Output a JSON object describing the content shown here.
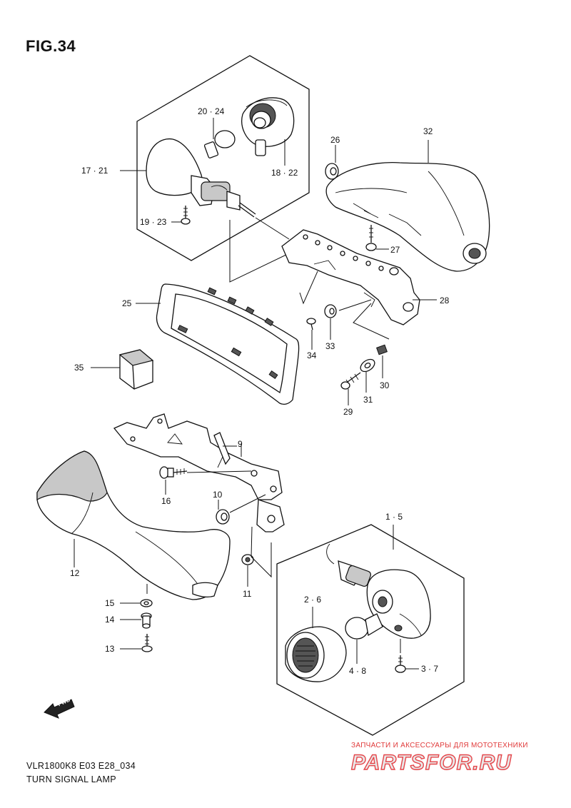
{
  "figure": {
    "title": "FIG.34"
  },
  "callouts": {
    "c17_21": "17 · 21",
    "c20_24": "20 · 24",
    "c18_22": "18 · 22",
    "c19_23": "19 · 23",
    "c26": "26",
    "c32": "32",
    "c27": "27",
    "c28": "28",
    "c25": "25",
    "c34": "34",
    "c33": "33",
    "c35": "35",
    "c29": "29",
    "c31": "31",
    "c30": "30",
    "c9": "9",
    "c16": "16",
    "c10": "10",
    "c1_5": "1 · 5",
    "c12": "12",
    "c11": "11",
    "c2_6": "2 · 6",
    "c15": "15",
    "c14": "14",
    "c13": "13",
    "c4_8": "4 · 8",
    "c3_7": "3 · 7"
  },
  "fwd_arrow": {
    "label": "FWD",
    "icon": "fwd-arrow-icon"
  },
  "footer": {
    "model_code": "VLR1800K8 E03 E28_034",
    "section_name": "TURN SIGNAL LAMP"
  },
  "watermark": {
    "tagline": "ЗАПЧАСТИ И АКСЕССУАРЫ ДЛЯ МОТОТЕХНИКИ",
    "brand": "PARTSFOR.RU",
    "color": "#e5454a"
  }
}
